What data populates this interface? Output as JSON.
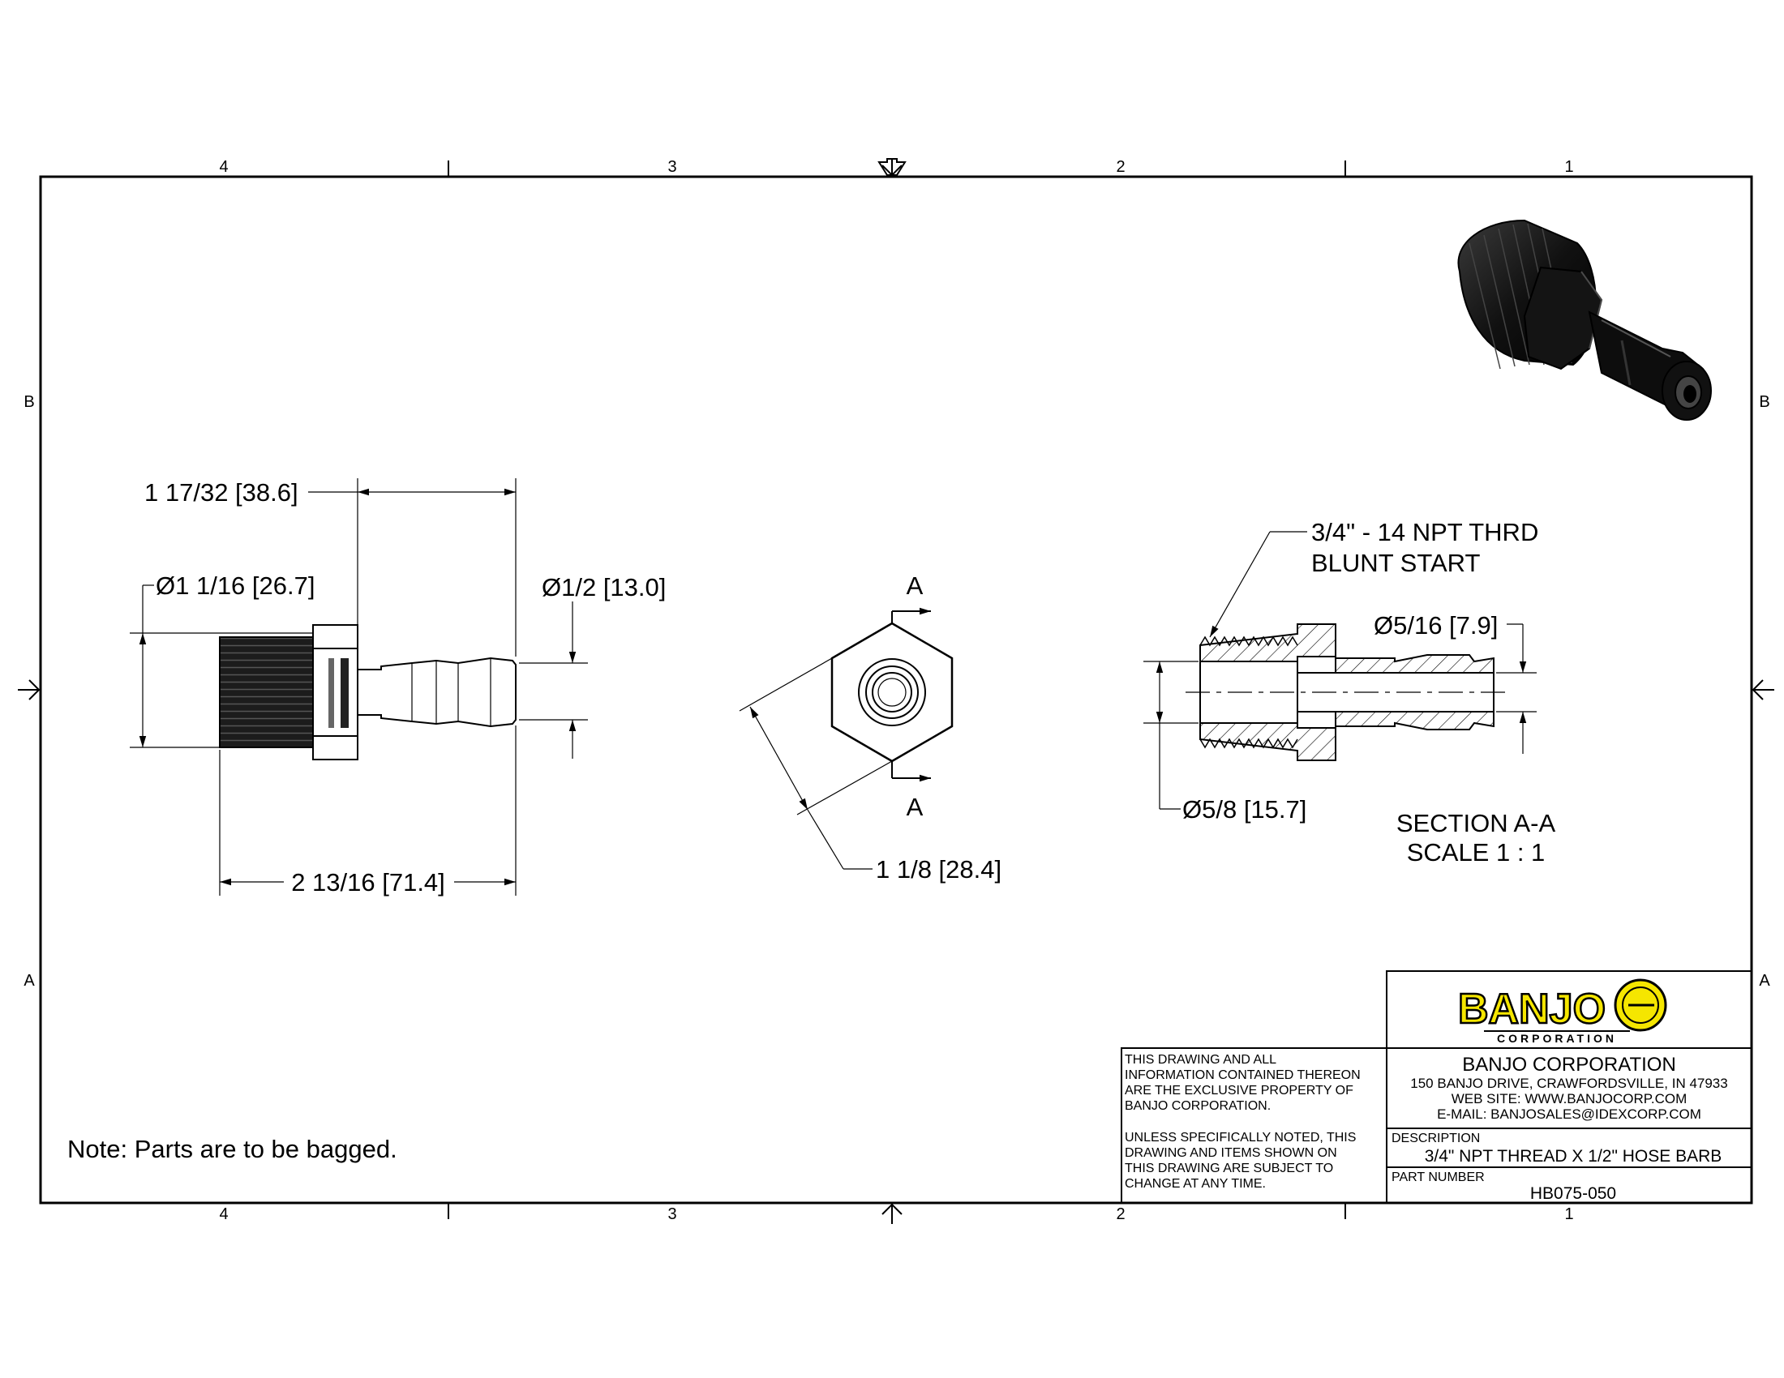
{
  "zones": {
    "cols": [
      "4",
      "3",
      "2",
      "1"
    ],
    "rows": [
      "B",
      "A"
    ]
  },
  "dimensions": {
    "length_hex_to_end": "1 17/32 [38.6]",
    "thread_dia": "Ø1 1/16 [26.7]",
    "barb_dia": "Ø1/2 [13.0]",
    "overall_length": "2 13/16 [71.4]",
    "hex_flats": "1 1/8 [28.4]",
    "thread_spec_line1": "3/4\" - 14 NPT THRD",
    "thread_spec_line2": "BLUNT START",
    "bore_small": "Ø5/16 [7.9]",
    "bore_large": "Ø5/8 [15.7]"
  },
  "section": {
    "marker": "A",
    "title": "SECTION A-A",
    "scale": "SCALE 1 : 1"
  },
  "note": "Note: Parts are to be bagged.",
  "title_block": {
    "logo_text": "BANJO",
    "logo_sub": "CORPORATION",
    "company": "BANJO CORPORATION",
    "address": "150 BANJO DRIVE, CRAWFORDSVILLE, IN 47933",
    "website": "WEB SITE: WWW.BANJOCORP.COM",
    "email": "E-MAIL: BANJOSALES@IDEXCORP.COM",
    "description_label": "DESCRIPTION",
    "description": "3/4\" NPT THREAD X 1/2\" HOSE BARB",
    "part_number_label": "PART NUMBER",
    "part_number": "HB075-050",
    "property_notice": [
      "THIS DRAWING AND ALL",
      "INFORMATION CONTAINED THEREON",
      "ARE THE EXCLUSIVE PROPERTY OF",
      "BANJO CORPORATION."
    ],
    "change_notice": [
      "UNLESS SPECIFICALLY NOTED, THIS",
      "DRAWING AND ITEMS SHOWN ON",
      "THIS DRAWING ARE SUBJECT TO",
      "CHANGE AT ANY TIME."
    ]
  },
  "colors": {
    "logo_yellow": "#f5e600",
    "ink": "#000000",
    "part_black": "#1a1a1a"
  }
}
